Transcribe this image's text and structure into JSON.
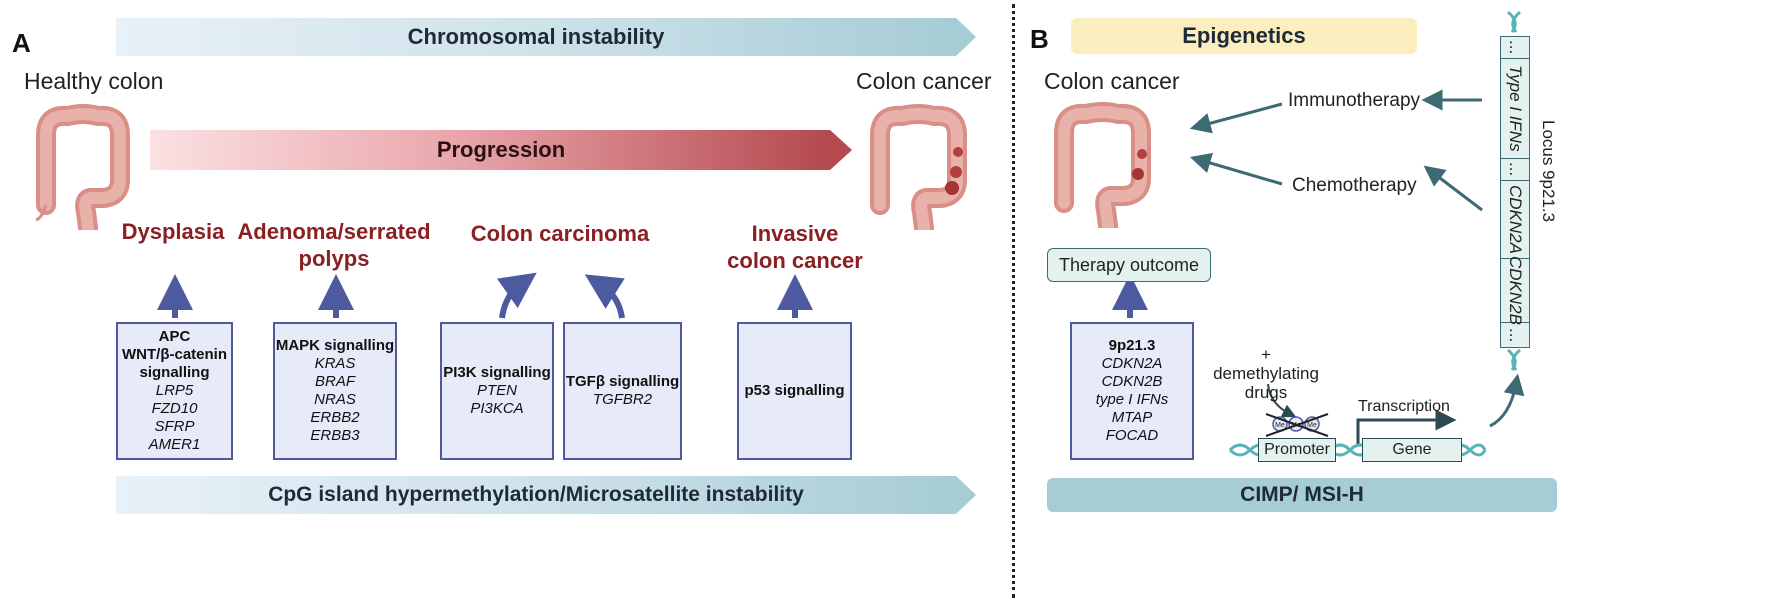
{
  "panel_a": {
    "letter": "A",
    "top_banner": "Chromosomal instability",
    "bottom_banner": "CpG island hypermethylation/Microsatellite instability",
    "left_label": "Healthy colon",
    "right_label": "Colon cancer",
    "progression": "Progression",
    "stages": {
      "dysplasia": "Dysplasia",
      "adenoma_1": "Adenoma/serrated",
      "adenoma_2": "polyps",
      "carcinoma": "Colon carcinoma",
      "invasive_1": "Invasive",
      "invasive_2": "colon cancer"
    },
    "boxes": {
      "apc": {
        "t1": "APC",
        "t2": "WNT/β-catenin",
        "t3": "signalling",
        "g1": "LRP5",
        "g2": "FZD10",
        "g3": "SFRP",
        "g4": "AMER1"
      },
      "mapk": {
        "title": "MAPK signalling",
        "g1": "KRAS",
        "g2": "BRAF",
        "g3": "NRAS",
        "g4": "ERBB2",
        "g5": "ERBB3"
      },
      "pi3k": {
        "title": "PI3K signalling",
        "g1": "PTEN",
        "g2": "PI3KCA"
      },
      "tgfb": {
        "title": "TGFβ signalling",
        "g1": "TGFBR2"
      },
      "p53": {
        "title": "p53 signalling"
      }
    }
  },
  "panel_b": {
    "letter": "B",
    "epigenetics": "Epigenetics",
    "colon_cancer": "Colon cancer",
    "immunotherapy": "Immunotherapy",
    "chemotherapy": "Chemotherapy",
    "therapy_outcome": "Therapy outcome",
    "box_9p": {
      "title": "9p21.3",
      "g1": "CDKN2A",
      "g2": "CDKN2B",
      "g3": "type I IFNs",
      "g4": "MTAP",
      "g5": "FOCAD"
    },
    "demethylating_1": "+ demethylating",
    "demethylating_2": "drugs",
    "me": "Me",
    "promoter": "Promoter",
    "gene": "Gene",
    "transcription": "Transcription",
    "cimp": "CIMP/ MSI-H",
    "locus_label": "Locus 9p21.3",
    "locus_cells": [
      "...",
      "Type I IFNs",
      "...",
      "CDKN2A",
      "CDKN2B",
      "..."
    ]
  },
  "colors": {
    "dark_red": "#8b2023",
    "box_border": "#4d5aa0",
    "box_fill": "#e7eaf8",
    "teal": "#3e6a73",
    "epigenetics_fill": "#fbeebf"
  }
}
